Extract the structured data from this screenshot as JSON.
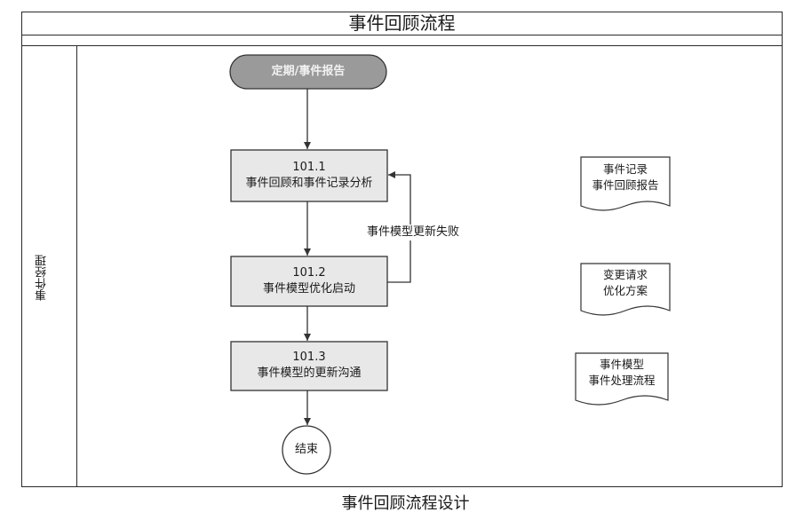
{
  "header": {
    "title": "事件回顾流程"
  },
  "lane": {
    "label": "事件经理"
  },
  "flow": {
    "start": "定期/事件报告",
    "steps": [
      {
        "id": "101.1",
        "label": "事件回顾和事件记录分析"
      },
      {
        "id": "101.2",
        "label": "事件模型优化启动"
      },
      {
        "id": "101.3",
        "label": "事件模型的更新沟通"
      }
    ],
    "loop_label": "事件模型更新失败",
    "end": "结束"
  },
  "documents": [
    {
      "line1": "事件记录",
      "line2": "事件回顾报告"
    },
    {
      "line1": "变更请求",
      "line2": "优化方案"
    },
    {
      "line1": "事件模型",
      "line2": "事件处理流程"
    }
  ],
  "caption": "事件回顾流程设计"
}
